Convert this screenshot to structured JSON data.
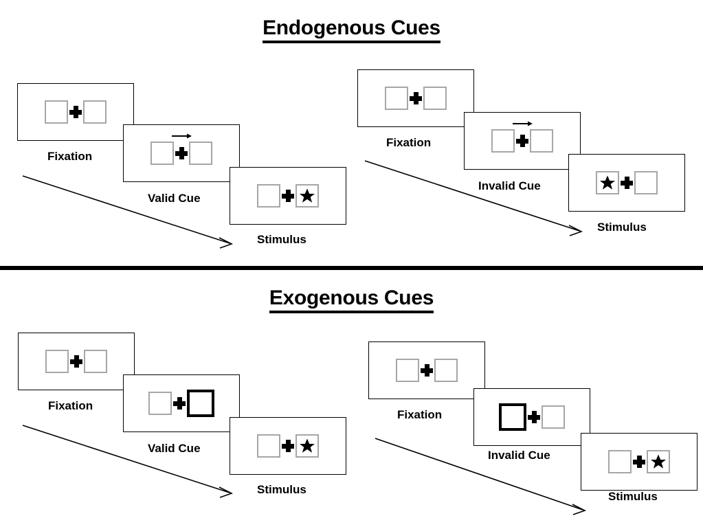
{
  "figure": {
    "background": "#ffffff",
    "frame_border_color": "#000000",
    "box_border_color": "#a6a6a6",
    "cue_box_border_color": "#000000",
    "ink_color": "#000000"
  },
  "sections": [
    {
      "id": "endogenous",
      "title": "Endogenous Cues",
      "panels": [
        {
          "id": "endogenous-valid",
          "steps": [
            {
              "label": "Fixation",
              "left_content": "empty",
              "right_content": "empty",
              "cue": "none",
              "left_box": "normal",
              "right_box": "normal"
            },
            {
              "label": "Valid Cue",
              "left_content": "empty",
              "right_content": "empty",
              "cue": "arrow-right",
              "left_box": "normal",
              "right_box": "normal"
            },
            {
              "label": "Stimulus",
              "left_content": "empty",
              "right_content": "star",
              "cue": "none",
              "left_box": "normal",
              "right_box": "normal"
            }
          ]
        },
        {
          "id": "endogenous-invalid",
          "steps": [
            {
              "label": "Fixation",
              "left_content": "empty",
              "right_content": "empty",
              "cue": "none",
              "left_box": "normal",
              "right_box": "normal"
            },
            {
              "label": "Invalid Cue",
              "left_content": "empty",
              "right_content": "empty",
              "cue": "arrow-right",
              "left_box": "normal",
              "right_box": "normal"
            },
            {
              "label": "Stimulus",
              "left_content": "star",
              "right_content": "empty",
              "cue": "none",
              "left_box": "normal",
              "right_box": "normal"
            }
          ]
        }
      ]
    },
    {
      "id": "exogenous",
      "title": "Exogenous Cues",
      "panels": [
        {
          "id": "exogenous-valid",
          "steps": [
            {
              "label": "Fixation",
              "left_content": "empty",
              "right_content": "empty",
              "cue": "none",
              "left_box": "normal",
              "right_box": "normal"
            },
            {
              "label": "Valid Cue",
              "left_content": "empty",
              "right_content": "empty",
              "cue": "none",
              "left_box": "normal",
              "right_box": "bold"
            },
            {
              "label": "Stimulus",
              "left_content": "empty",
              "right_content": "star",
              "cue": "none",
              "left_box": "normal",
              "right_box": "normal"
            }
          ]
        },
        {
          "id": "exogenous-invalid",
          "steps": [
            {
              "label": "Fixation",
              "left_content": "empty",
              "right_content": "empty",
              "cue": "none",
              "left_box": "normal",
              "right_box": "normal"
            },
            {
              "label": "Invalid Cue",
              "left_content": "empty",
              "right_content": "empty",
              "cue": "none",
              "left_box": "bold",
              "right_box": "normal"
            },
            {
              "label": "Stimulus",
              "left_content": "empty",
              "right_content": "star",
              "cue": "none",
              "left_box": "normal",
              "right_box": "normal"
            }
          ]
        }
      ]
    }
  ],
  "icons": {
    "fixation_cross": "plus-icon",
    "target": "star-icon",
    "cue_arrow": "arrow-right-icon",
    "flow_arrow": "diagonal-arrow-icon"
  }
}
